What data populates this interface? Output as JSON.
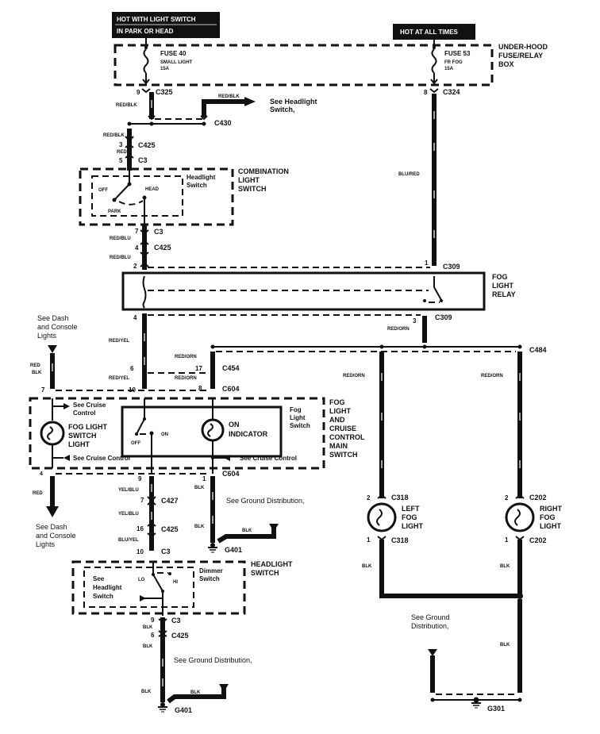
{
  "title_banners": {
    "hot_light_switch_line1": "HOT WITH LIGHT SWITCH",
    "hot_light_switch_line2": "IN PARK OR HEAD",
    "hot_all_times": "HOT AT ALL TIMES"
  },
  "fuse_box": {
    "label_line1": "UNDER-HOOD",
    "label_line2": "FUSE/RELAY",
    "label_line3": "BOX",
    "fuse40": {
      "name": "FUSE 40",
      "desc": "SMALL LIGHT",
      "rating": "15A"
    },
    "fuse53": {
      "name": "FUSE 53",
      "desc": "FR FOG",
      "rating": "15A"
    }
  },
  "connectors": {
    "c325": {
      "name": "C325",
      "pin": "9"
    },
    "c324": {
      "name": "C324",
      "pin": "8"
    },
    "c430": {
      "name": "C430"
    },
    "c425_top": {
      "name": "C425",
      "pin": "3"
    },
    "c3_top": {
      "name": "C3",
      "pin": "5"
    },
    "c3_mid": {
      "name": "C3",
      "pin": "7"
    },
    "c425_mid": {
      "name": "C425",
      "pin": "4"
    },
    "c309_top": {
      "name": "C309",
      "pin_left": "2",
      "pin_right": "1"
    },
    "c309_bottom": {
      "name": "C309",
      "pin_left": "4",
      "pin_right": "3"
    },
    "c454": {
      "name": "C454",
      "pin_left": "6",
      "pin_right": "17"
    },
    "c604_top": {
      "name": "C604",
      "pin_a": "7",
      "pin_b": "10",
      "pin_c": "8"
    },
    "c604_bottom": {
      "name": "C604",
      "pin_a": "4",
      "pin_b": "9",
      "pin_c": "1"
    },
    "c427": {
      "name": "C427",
      "pin": "7"
    },
    "c425_low": {
      "name": "C425",
      "pin": "16"
    },
    "c3_low": {
      "name": "C3",
      "pin": "10"
    },
    "c3_bottom": {
      "name": "C3",
      "pin": "9"
    },
    "c425_bottom": {
      "name": "C425",
      "pin": "6"
    },
    "c484": {
      "name": "C484"
    },
    "c318_top": {
      "name": "C318",
      "pin": "2"
    },
    "c318_bottom": {
      "name": "C318",
      "pin": "1"
    },
    "c202_top": {
      "name": "C202",
      "pin": "2"
    },
    "c202_bottom": {
      "name": "C202",
      "pin": "1"
    }
  },
  "wire_colors": {
    "red_blk_1": "RED/BLK",
    "red_blk_2": "RED/BLK",
    "red_blk_3": "RED/BLK",
    "red": "RED",
    "red_blu_1": "RED/BLU",
    "red_blu_2": "RED/BLU",
    "blu_red": "BLU/RED",
    "red_yel_1": "RED/YEL",
    "red_yel_2": "RED/YEL",
    "red_orn_1": "RED/ORN",
    "red_orn_2": "RED/ORN",
    "red_orn_3": "RED/ORN",
    "red_orn_4": "RED/ORN",
    "red_orn_5": "RED/ORN",
    "red_blk_left_1": "RED",
    "red_blk_left_2": "BLK",
    "red_down": "RED",
    "yel_blu_1": "YEL/BLU",
    "yel_blu_2": "YEL/BLU",
    "blu_yel": "BLU/YEL",
    "blk_1": "BLK",
    "blk_2": "BLK",
    "blk_3": "BLK",
    "blk_4": "BLK",
    "blk_5": "BLK",
    "blk_6": "BLK",
    "blk_7": "BLK",
    "blk_8": "BLK",
    "blk_9": "BLK",
    "blk_10": "BLK"
  },
  "components": {
    "combination_switch": {
      "l1": "COMBINATION",
      "l2": "LIGHT",
      "l3": "SWITCH"
    },
    "headlight_switch_inner": {
      "l1": "Headlight",
      "l2": "Switch",
      "off": "OFF",
      "head": "HEAD",
      "park": "PARK"
    },
    "fog_relay": {
      "l1": "FOG",
      "l2": "LIGHT",
      "l3": "RELAY"
    },
    "fog_main_switch": {
      "l1": "FOG",
      "l2": "LIGHT",
      "l3": "AND",
      "l4": "CRUISE",
      "l5": "CONTROL",
      "l6": "MAIN",
      "l7": "SWITCH"
    },
    "fog_light_switch_inner": {
      "l1": "Fog",
      "l2": "Light",
      "l3": "Switch",
      "off": "OFF",
      "on": "ON"
    },
    "fog_switch_light": {
      "l1": "FOG LIGHT",
      "l2": "SWITCH",
      "l3": "LIGHT"
    },
    "on_indicator": {
      "l1": "ON",
      "l2": "INDICATOR"
    },
    "headlight_switch_lower": {
      "l1": "HEADLIGHT",
      "l2": "SWITCH"
    },
    "dimmer_switch": {
      "l1": "Dimmer",
      "l2": "Switch",
      "lo": "LO",
      "hi": "HI"
    },
    "see_headlight_switch_inner": {
      "l1": "See",
      "l2": "Headlight",
      "l3": "Switch"
    },
    "left_fog": {
      "l1": "LEFT",
      "l2": "FOG",
      "l3": "LIGHT"
    },
    "right_fog": {
      "l1": "RIGHT",
      "l2": "FOG",
      "l3": "LIGHT"
    }
  },
  "references": {
    "see_headlight_switch": {
      "l1": "See Headlight",
      "l2": "Switch,"
    },
    "see_dash_top": {
      "l1": "See Dash",
      "l2": "and Console",
      "l3": "Lights"
    },
    "see_dash_bottom": {
      "l1": "See Dash",
      "l2": "and Console",
      "l3": "Lights"
    },
    "see_cruise_1": {
      "l1": "See Cruise",
      "l2": "Control"
    },
    "see_cruise_2": "See Cruise Control",
    "see_cruise_3": "See Cruise Control",
    "see_ground_1": "See Ground Distribution,",
    "see_ground_2": "See Ground Distribution,",
    "see_ground_3": {
      "l1": "See Ground",
      "l2": "Distribution,"
    }
  },
  "grounds": {
    "g401_mid": "G401",
    "g401_bottom": "G401",
    "g301": "G301"
  }
}
